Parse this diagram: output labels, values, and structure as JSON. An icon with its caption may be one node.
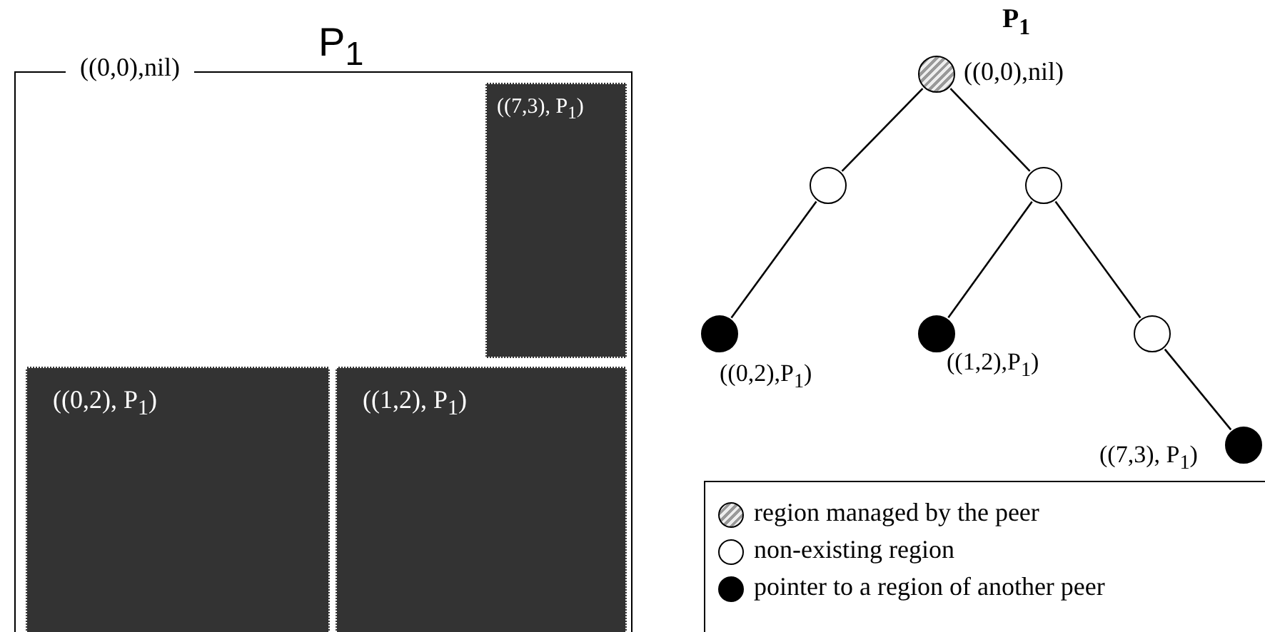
{
  "diagram": {
    "nodes": [
      {
        "text": [
          "P$_{1}$",
          "((0,0),nil)"
        ]
      },
      {
        "text": [
          "((7,3), P$_{1}$)"
        ],
        "in": 0
      },
      {
        "text": [
          "((0,2), P$_{1}$)"
        ],
        "in": 0
      },
      {
        "text": [
          "((1,2), P$_{1}$)"
        ],
        "in": 0
      },
      {
        "text": [],
        "shape": "circle",
        "beside": [
          "P$_{1}$",
          "((0,0),nil)"
        ]
      },
      {
        "text": [],
        "shape": "circle"
      },
      {
        "text": [],
        "shape": "circle"
      },
      {
        "text": [],
        "shape": "circle",
        "beside": [
          "((0,2),P$_{1}$)"
        ]
      },
      {
        "text": [],
        "shape": "circle",
        "beside": [
          "((1,2),P$_{1}$)"
        ]
      },
      {
        "text": [],
        "shape": "circle"
      },
      {
        "text": [],
        "shape": "circle",
        "beside": [
          "((7,3), P$_{1}$)"
        ]
      }
    ],
    "edges": [
      {
        "from": 4,
        "to": 5,
        "arrow": "none"
      },
      {
        "from": 4,
        "to": 6,
        "arrow": "none"
      },
      {
        "from": 5,
        "to": 7,
        "arrow": "none"
      },
      {
        "from": 6,
        "to": 8,
        "arrow": "none"
      },
      {
        "from": 6,
        "to": 9,
        "arrow": "none"
      },
      {
        "from": 9,
        "to": 10,
        "arrow": "none"
      }
    ],
    "legend": [
      {
        "text": "region managed by the peer"
      },
      {
        "text": "non-existing region"
      },
      {
        "text": "pointer to a region of another peer"
      }
    ]
  }
}
